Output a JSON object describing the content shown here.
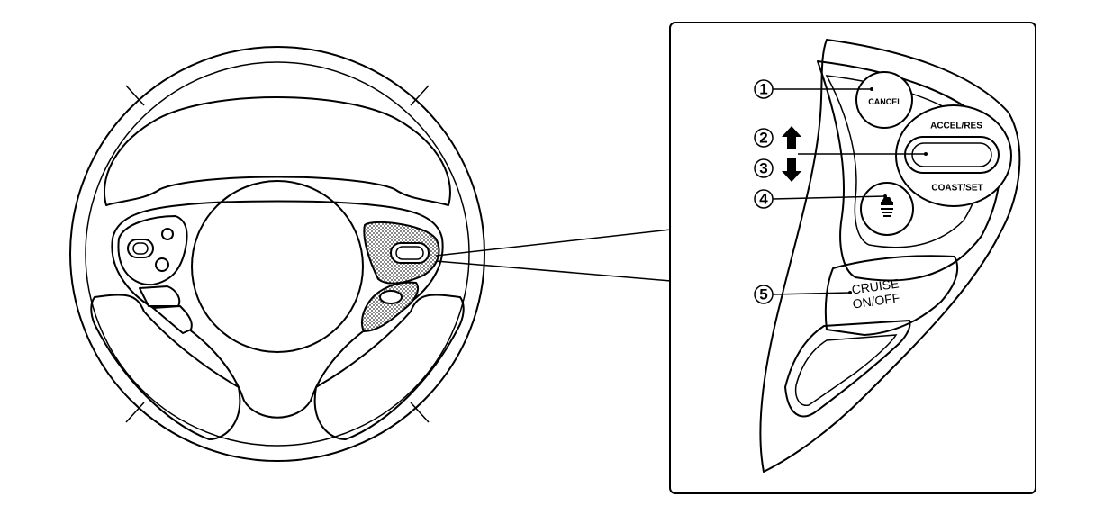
{
  "callouts": [
    {
      "number": "1"
    },
    {
      "number": "2",
      "arrow": "up"
    },
    {
      "number": "3",
      "arrow": "down"
    },
    {
      "number": "4"
    },
    {
      "number": "5"
    }
  ],
  "buttons": {
    "cancel": "CANCEL",
    "accel_res": "ACCEL/RES",
    "coast_set": "COAST/SET",
    "cruise_line1": "CRUISE",
    "cruise_line2": "ON/OFF"
  },
  "icons": {
    "distance_button": "vehicle-distance-icon",
    "arrow_up": "arrow-up-icon",
    "arrow_down": "arrow-down-icon"
  }
}
